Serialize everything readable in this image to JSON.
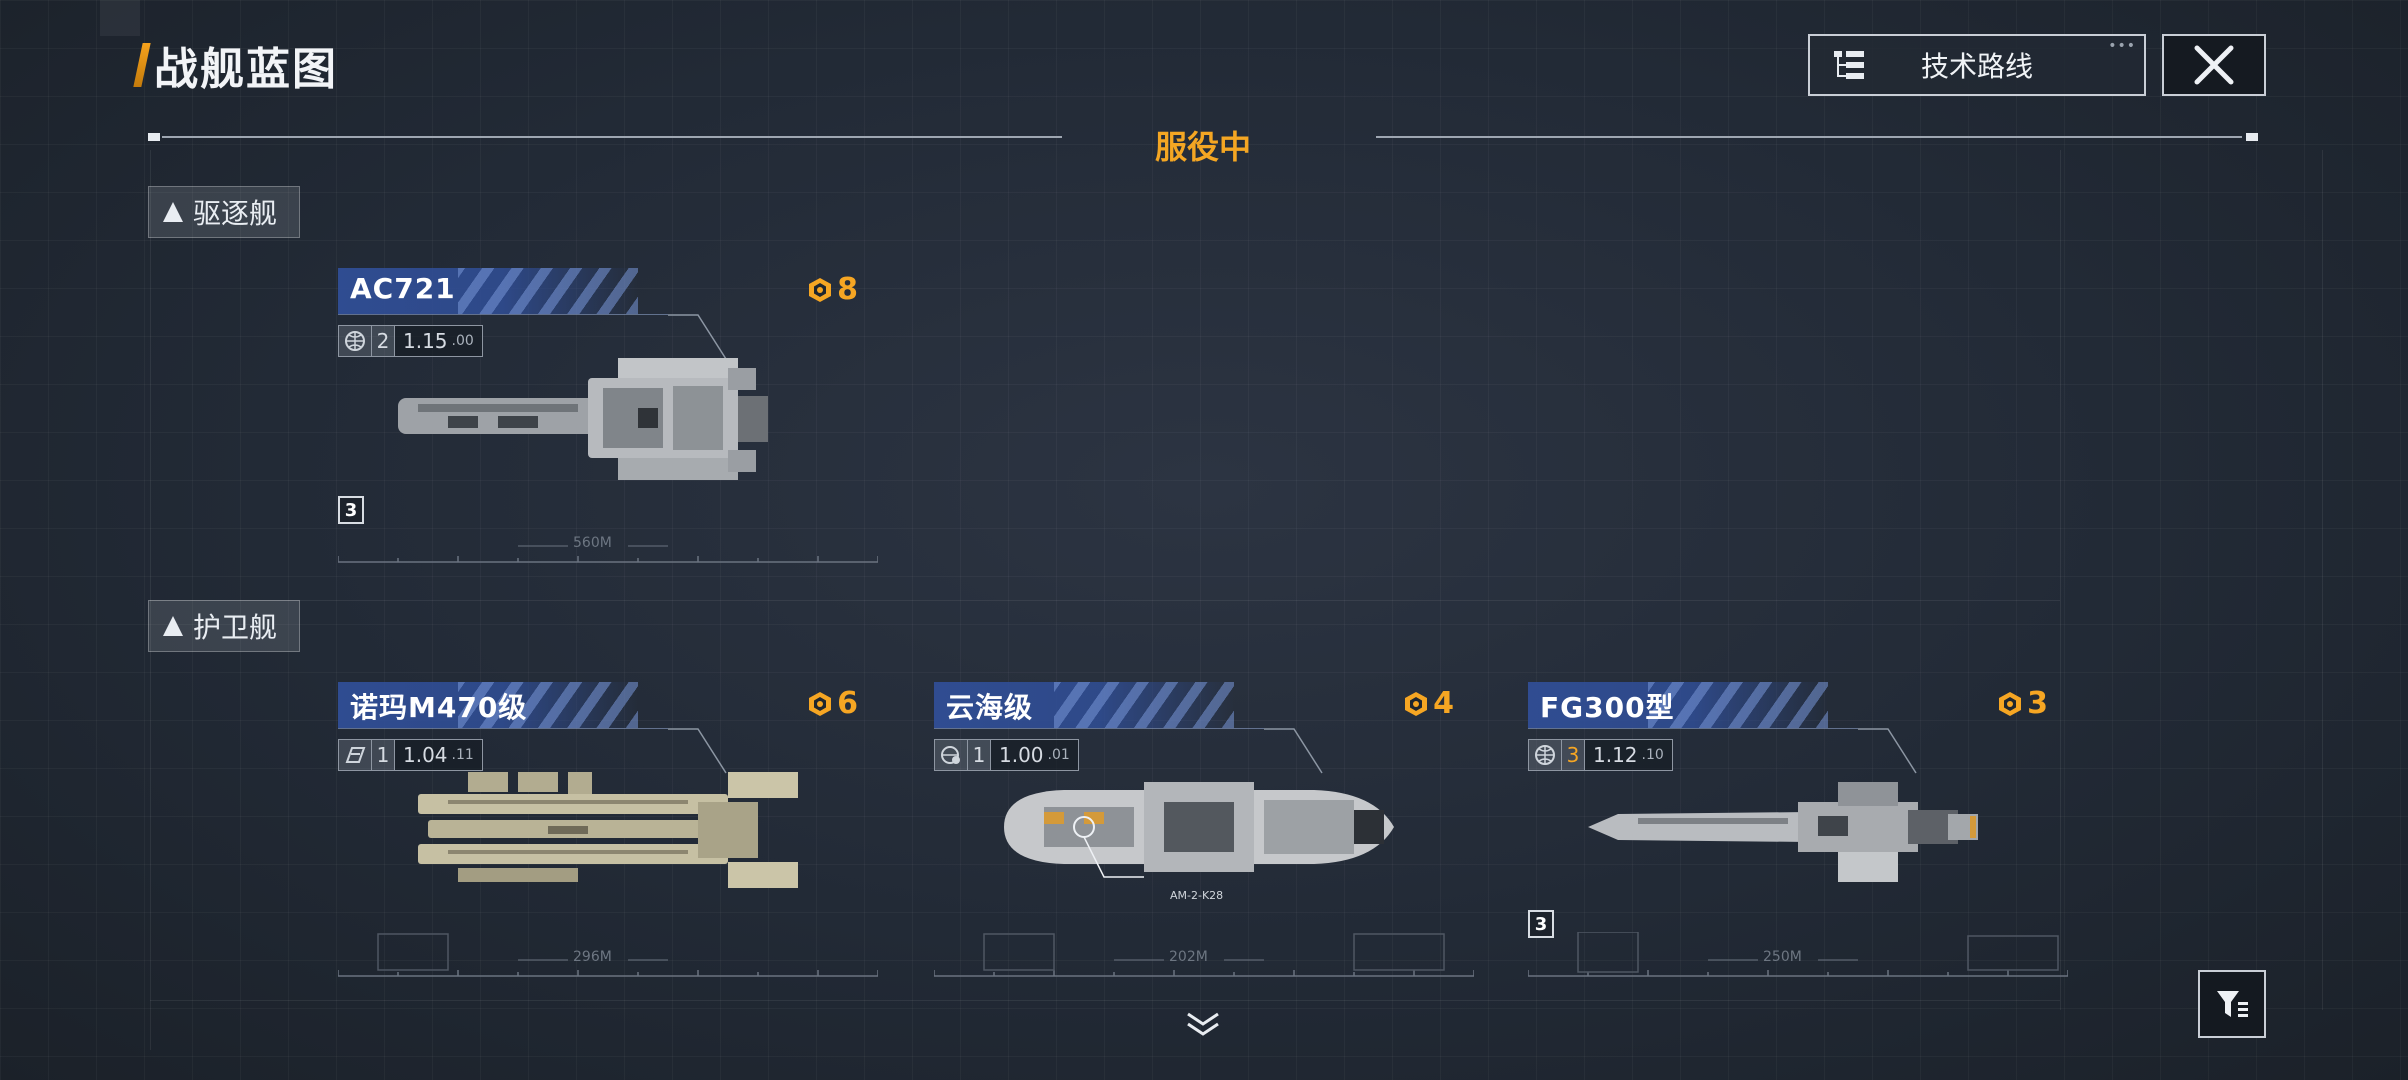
{
  "header": {
    "title": "战舰蓝图",
    "tech_route_label": "技术路线",
    "tech_route_dots": "•••"
  },
  "status": {
    "label": "服役中"
  },
  "categories": [
    {
      "label": "驱逐舰",
      "ships": [
        {
          "name": "AC721",
          "count": "8",
          "stat_icon": "globe-icon",
          "tier": "2",
          "version_major": "1.15",
          "version_minor": ".00",
          "length": "560M",
          "badge": "3",
          "color": "#b9bcc0"
        }
      ]
    },
    {
      "label": "护卫舰",
      "ships": [
        {
          "name": "诺玛M470级",
          "count": "6",
          "stat_icon": "flag-icon",
          "tier": "1",
          "version_major": "1.04",
          "version_minor": ".11",
          "length": "296M",
          "badge": "",
          "color": "#bdb79c"
        },
        {
          "name": "云海级",
          "count": "4",
          "stat_icon": "gear-globe-icon",
          "tier": "1",
          "version_major": "1.00",
          "version_minor": ".01",
          "length": "202M",
          "badge": "",
          "callout": "AM-2-K28",
          "color": "#c7c9cc"
        },
        {
          "name": "FG300型",
          "count": "3",
          "stat_icon": "globe-icon",
          "tier": "3",
          "version_major": "1.12",
          "version_minor": ".10",
          "length": "250M",
          "badge": "3",
          "color": "#c2c5c8"
        }
      ]
    }
  ],
  "colors": {
    "accent": "#f4a623",
    "name_bar": "#304e96",
    "border": "#c9ced6"
  }
}
